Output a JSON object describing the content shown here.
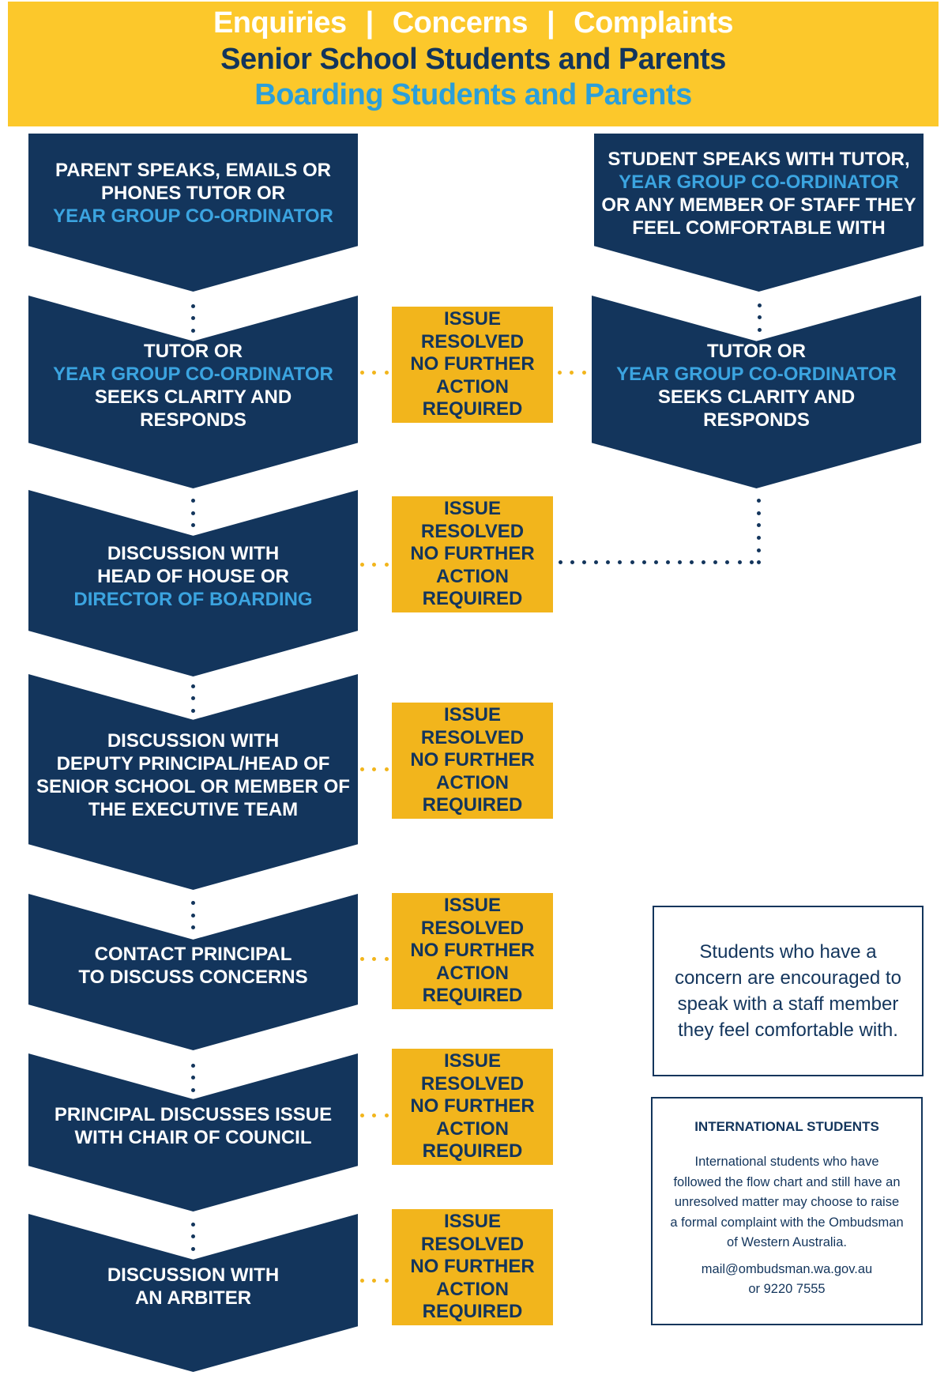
{
  "header": {
    "line1": [
      "Enquiries",
      "Concerns",
      "Complaints"
    ],
    "line1_sep": "|",
    "line2": "Senior School Students and Parents",
    "line3": "Boarding Students and Parents"
  },
  "steps_left": [
    {
      "lines": [
        {
          "t": "PARENT SPEAKS, EMAILS OR"
        },
        {
          "t": "PHONES TUTOR OR"
        },
        {
          "t": "YEAR GROUP CO-ORDINATOR",
          "hl": true
        }
      ]
    },
    {
      "lines": [
        {
          "t": "TUTOR OR"
        },
        {
          "t": "YEAR GROUP CO-ORDINATOR",
          "hl": true
        },
        {
          "t": "SEEKS CLARITY AND"
        },
        {
          "t": "RESPONDS"
        }
      ]
    },
    {
      "lines": [
        {
          "t": "DISCUSSION WITH"
        },
        {
          "t": "HEAD OF HOUSE OR"
        },
        {
          "t": "DIRECTOR OF BOARDING",
          "hl": true
        }
      ]
    },
    {
      "lines": [
        {
          "t": "DISCUSSION WITH"
        },
        {
          "t": "DEPUTY PRINCIPAL/HEAD OF"
        },
        {
          "t": "SENIOR SCHOOL OR MEMBER OF"
        },
        {
          "t": "THE EXECUTIVE TEAM"
        }
      ]
    },
    {
      "lines": [
        {
          "t": "CONTACT PRINCIPAL"
        },
        {
          "t": "TO DISCUSS CONCERNS"
        }
      ]
    },
    {
      "lines": [
        {
          "t": "PRINCIPAL DISCUSSES ISSUE"
        },
        {
          "t": "WITH CHAIR OF COUNCIL"
        }
      ]
    },
    {
      "lines": [
        {
          "t": "DISCUSSION WITH"
        },
        {
          "t": "AN ARBITER"
        }
      ]
    }
  ],
  "steps_right": [
    {
      "lines": [
        {
          "t": "STUDENT SPEAKS WITH TUTOR,"
        },
        {
          "t": "YEAR GROUP CO-ORDINATOR",
          "hl": true
        },
        {
          "t": "OR ANY MEMBER OF STAFF THEY"
        },
        {
          "t": "FEEL COMFORTABLE WITH"
        }
      ]
    },
    {
      "lines": [
        {
          "t": "TUTOR OR"
        },
        {
          "t": "YEAR GROUP CO-ORDINATOR",
          "hl": true
        },
        {
          "t": "SEEKS CLARITY AND"
        },
        {
          "t": "RESPONDS"
        }
      ]
    }
  ],
  "resolved": [
    "ISSUE RESOLVED",
    "NO FURTHER",
    "ACTION",
    "REQUIRED"
  ],
  "encourage_box": {
    "lines": [
      "Students who have a",
      "concern are encouraged to",
      "speak with a staff member",
      "they feel comfortable with."
    ]
  },
  "international_box": {
    "title": "INTERNATIONAL STUDENTS",
    "lines": [
      "International students who have",
      "followed the flow chart and still have an",
      "unresolved matter may choose to raise",
      "a formal complaint with the Ombudsman",
      "of Western Australia."
    ],
    "email": "mail@ombudsman.wa.gov.au",
    "phone": "or 9220 7555"
  },
  "colors": {
    "navy": "#13355c",
    "yellow_header": "#fcc82b",
    "yellow_box": "#f2b51c",
    "highlight_blue": "#3ba4e0",
    "white": "#ffffff"
  }
}
